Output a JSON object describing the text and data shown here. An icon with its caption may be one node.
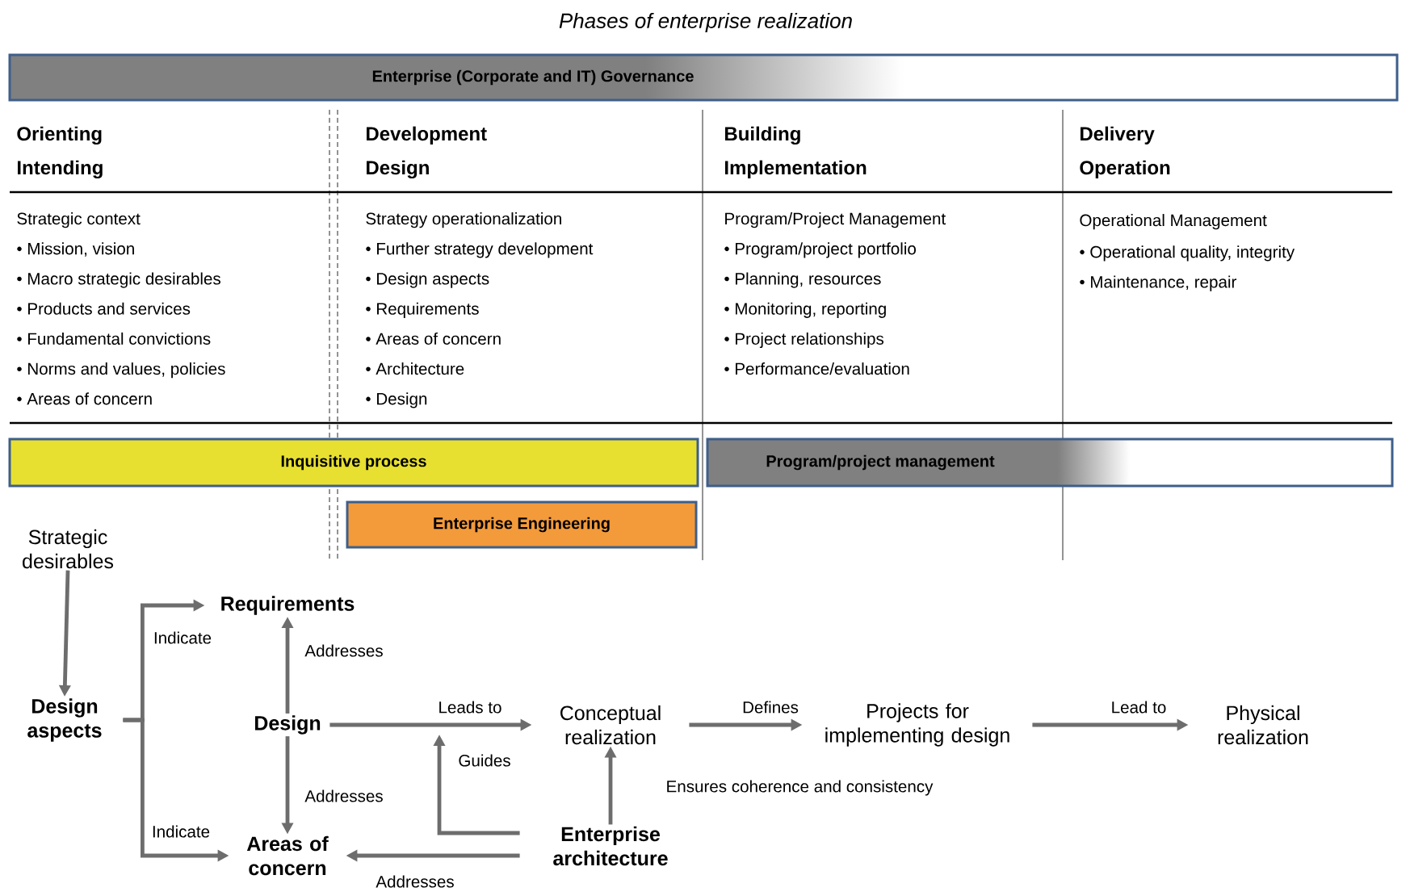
{
  "diagram": {
    "title": "Phases of enterprise realization",
    "nodes": [
      {
        "text": [
          "Enterprise (Corporate and IT) Governance"
        ]
      },
      {
        "text": [
          "Inquisitive process"
        ]
      },
      {
        "text": [
          "Program/project management"
        ]
      },
      {
        "text": [
          "Enterprise Engineering"
        ]
      },
      {
        "text": [
          "Strategic desirables"
        ]
      },
      {
        "text": [
          "Design aspects"
        ]
      },
      {
        "text": [
          "Requirements"
        ]
      },
      {
        "text": [
          "Design"
        ]
      },
      {
        "text": [
          "Areas of concern"
        ]
      },
      {
        "text": [
          "Conceptual realization"
        ]
      },
      {
        "text": [
          "Enterprise architecture"
        ]
      },
      {
        "text": [
          "Projects for implementing design"
        ]
      },
      {
        "text": [
          "Physical realization"
        ]
      }
    ],
    "edges": [
      {
        "from": 4,
        "to": 5,
        "arrow": "to"
      },
      {
        "from": 5,
        "to": 6,
        "arrow": "to",
        "label": "Indicate"
      },
      {
        "from": 5,
        "to": 8,
        "arrow": "to",
        "label": "Indicate"
      },
      {
        "from": 7,
        "to": 6,
        "arrow": "to",
        "label": "Addresses"
      },
      {
        "from": 7,
        "to": 8,
        "arrow": "to",
        "label": "Addresses"
      },
      {
        "from": 7,
        "to": 9,
        "arrow": "to",
        "label": "Leads to"
      },
      {
        "from": 10,
        "to": null,
        "arrow": "to",
        "label": "Guides"
      },
      {
        "from": 10,
        "to": 9,
        "arrow": "to",
        "label": "Ensures coherence and consistency"
      },
      {
        "from": 10,
        "to": 8,
        "arrow": "to",
        "label": "Addresses"
      },
      {
        "from": 9,
        "to": 11,
        "arrow": "to",
        "label": "Defines"
      },
      {
        "from": 11,
        "to": 12,
        "arrow": "to",
        "label": "Lead to"
      }
    ],
    "labels": [
      "Orienting",
      "Intending",
      "Development",
      "Design",
      "Building",
      "Implementation",
      "Delivery",
      "Operation",
      "Strategic context",
      "• Mission, vision",
      "• Macro strategic desirables",
      "• Products and services",
      "• Fundamental convictions",
      "• Norms and values, policies",
      "• Areas of concern",
      "Strategy operationalization",
      "• Further strategy development",
      "• Design aspects",
      "• Requirements",
      "• Areas of concern",
      "• Architecture",
      "• Design",
      "Program/Project Management",
      "• Program/project portfolio",
      "• Planning, resources",
      "• Monitoring, reporting",
      "• Project relationships",
      "• Performance/evaluation",
      "Operational Management",
      "• Operational quality, integrity",
      "• Maintenance, repair"
    ]
  }
}
